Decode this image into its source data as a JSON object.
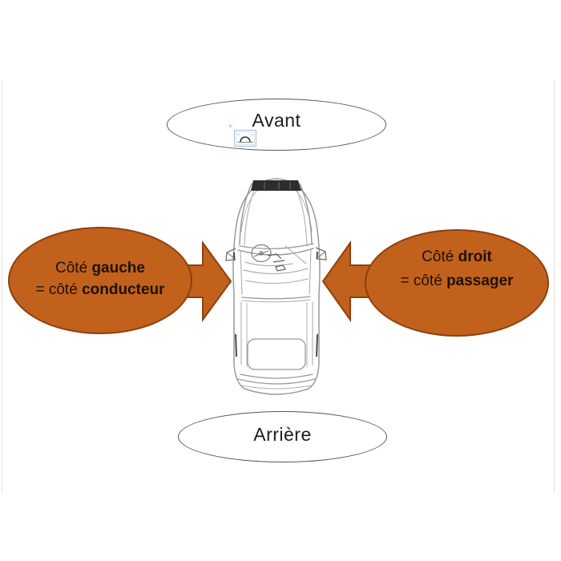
{
  "diagram": {
    "title_hint": "car-orientation-diagram",
    "front_label": "Avant",
    "rear_label": "Arrière",
    "left_bubble": {
      "line1": {
        "regular": "Côté ",
        "bold": "gauche"
      },
      "line2": {
        "regular": "= côté ",
        "bold": "conducteur"
      }
    },
    "right_bubble": {
      "line1": {
        "regular": "Côté ",
        "bold": "droit"
      },
      "line2": {
        "regular": "= côté ",
        "bold": "passager"
      }
    }
  },
  "icons": {
    "car": "car-top-view-line-drawing",
    "left_arrow": "right-pointing-block-arrow",
    "right_arrow": "left-pointing-block-arrow",
    "placeholder": "broken-image-placeholder-icon"
  },
  "colors": {
    "bubble_fill": "#c2611c",
    "bubble_border": "#8c4010",
    "ellipse_border": "#565656",
    "text": "#1f1f1f",
    "sketch_line": "#9a9a9a",
    "dark_strip": "#2d2d2d",
    "edge_line": "#e2e2e2",
    "background": "#ffffff"
  }
}
